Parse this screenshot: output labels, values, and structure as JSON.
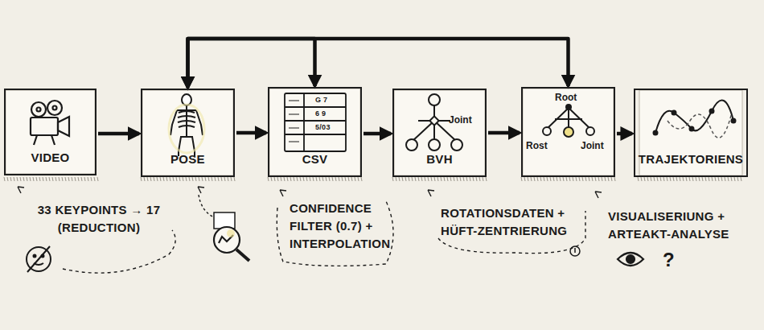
{
  "diagram": {
    "nodes": [
      {
        "text": [
          "VIDEO"
        ]
      },
      {
        "text": [
          "POSE"
        ]
      },
      {
        "text": [
          "CSV"
        ]
      },
      {
        "text": [
          "BVH",
          "Joint"
        ]
      },
      {
        "text": [
          "Root",
          "Rost",
          "Joint"
        ]
      },
      {
        "text": [
          "TRAJEKTORIENS"
        ]
      }
    ],
    "edges": [
      {
        "from": 0,
        "to": 1,
        "arrow": "to"
      },
      {
        "from": 1,
        "to": 2,
        "arrow": "to"
      },
      {
        "from": 2,
        "to": 3,
        "arrow": "to"
      },
      {
        "from": 3,
        "to": 4,
        "arrow": "to"
      },
      {
        "from": 4,
        "to": 5,
        "arrow": "to"
      },
      {
        "from": 1,
        "to": 2,
        "arrow": "both"
      },
      {
        "from": 1,
        "to": 4,
        "arrow": "both"
      }
    ],
    "labels": [
      "G 7",
      "6 9",
      "5/03",
      "33 KEYPOINTS → 17 (REDUCTION)",
      "CONFIDENCE FILTER (0.7) + INTERPOLATION",
      "ROTATIONSDATEN + HÜFT-ZENTRIERUNG",
      "VISUALISERIUNG + ARTEAKT-ANALYSE",
      "?"
    ]
  }
}
